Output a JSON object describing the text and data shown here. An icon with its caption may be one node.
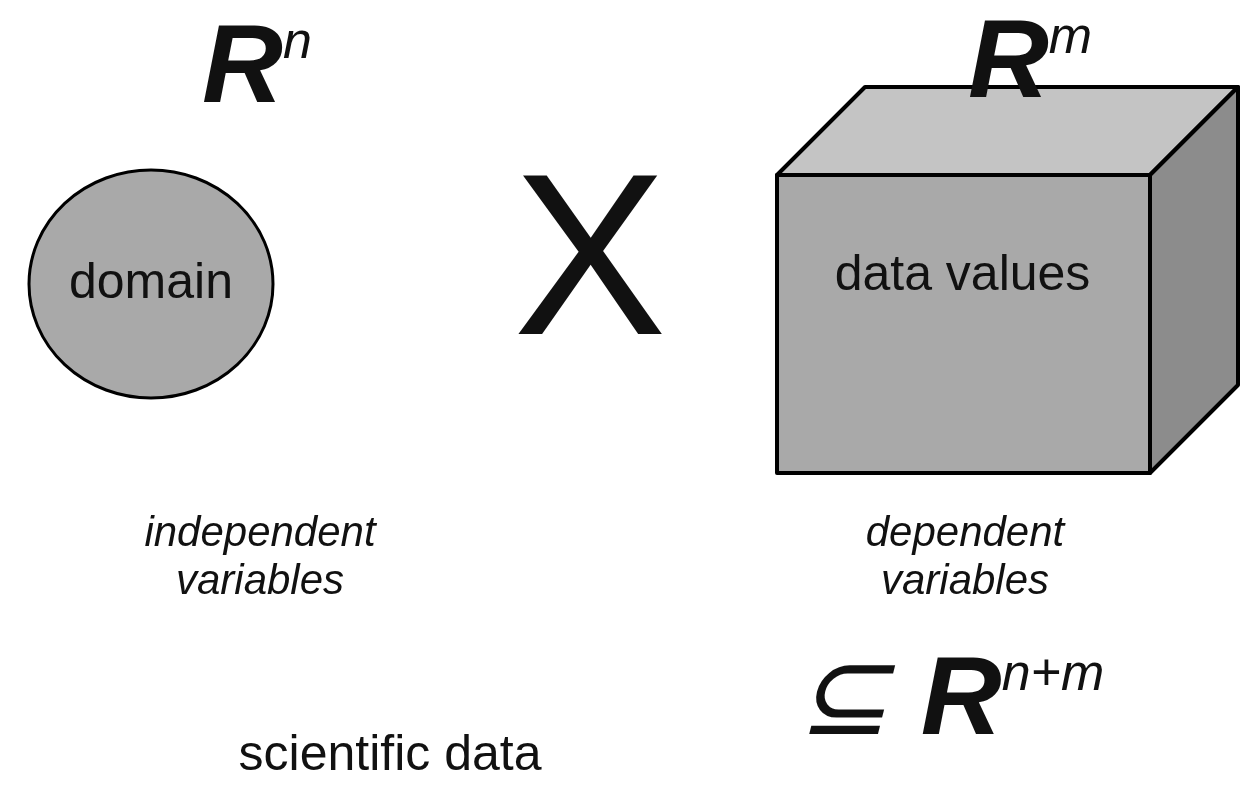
{
  "diagram": {
    "nodes": [
      {
        "text": [
          "**R**$^{n}$",
          "domain"
        ],
        "beside": [
          "independent variables"
        ]
      },
      {
        "text": [
          "**R**$^{m}$",
          "data values"
        ],
        "beside": [
          "dependent variables"
        ]
      }
    ],
    "labels": [
      "X",
      "scientific data",
      "⊆ **R**$^{n+m}$"
    ]
  }
}
